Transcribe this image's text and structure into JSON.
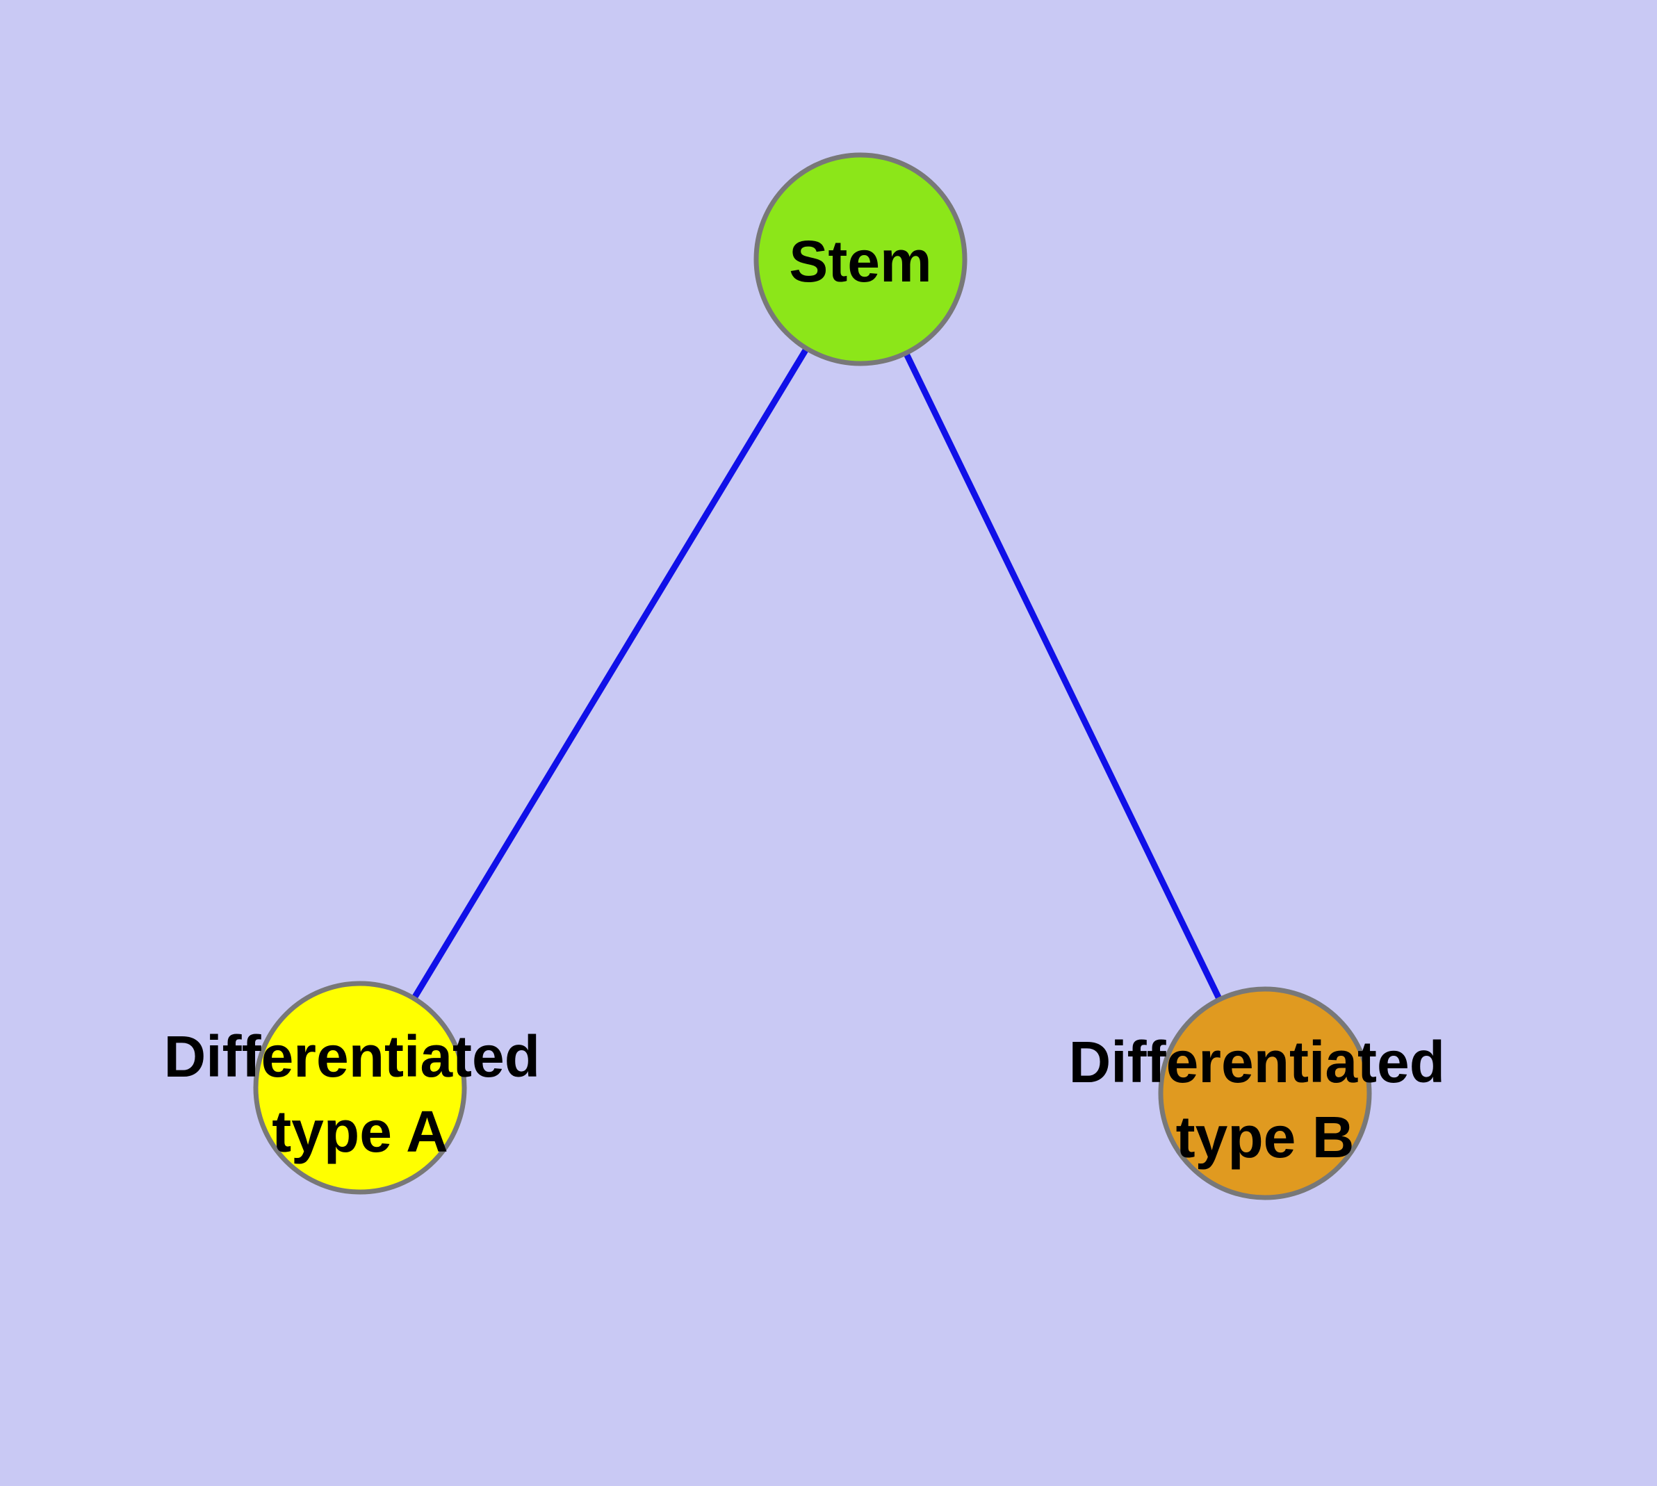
{
  "diagram": {
    "type": "graph",
    "description": "Cell differentiation lineage diagram: a Stem node connected by two edges to Differentiated type A and Differentiated type B nodes",
    "style": {
      "background_color": "#C9C9F4",
      "edge_color": "#1010E8",
      "node_border_color": "#787878",
      "label_text_color": "#000000"
    },
    "nodes": [
      {
        "id": "stem",
        "label": "Stem",
        "line1": "Stem",
        "fill": "#8CE619"
      },
      {
        "id": "differentiated-type-a",
        "label": "Differentiated type A",
        "line1": "Differentiated",
        "line2": "type A",
        "fill": "#FFFF00"
      },
      {
        "id": "differentiated-type-b",
        "label": "Differentiated type B",
        "line1": "Differentiated",
        "line2": "type B",
        "fill": "#E09A20"
      }
    ],
    "edges": [
      {
        "from": "Stem",
        "to": "Differentiated type A"
      },
      {
        "from": "Stem",
        "to": "Differentiated type B"
      }
    ]
  }
}
